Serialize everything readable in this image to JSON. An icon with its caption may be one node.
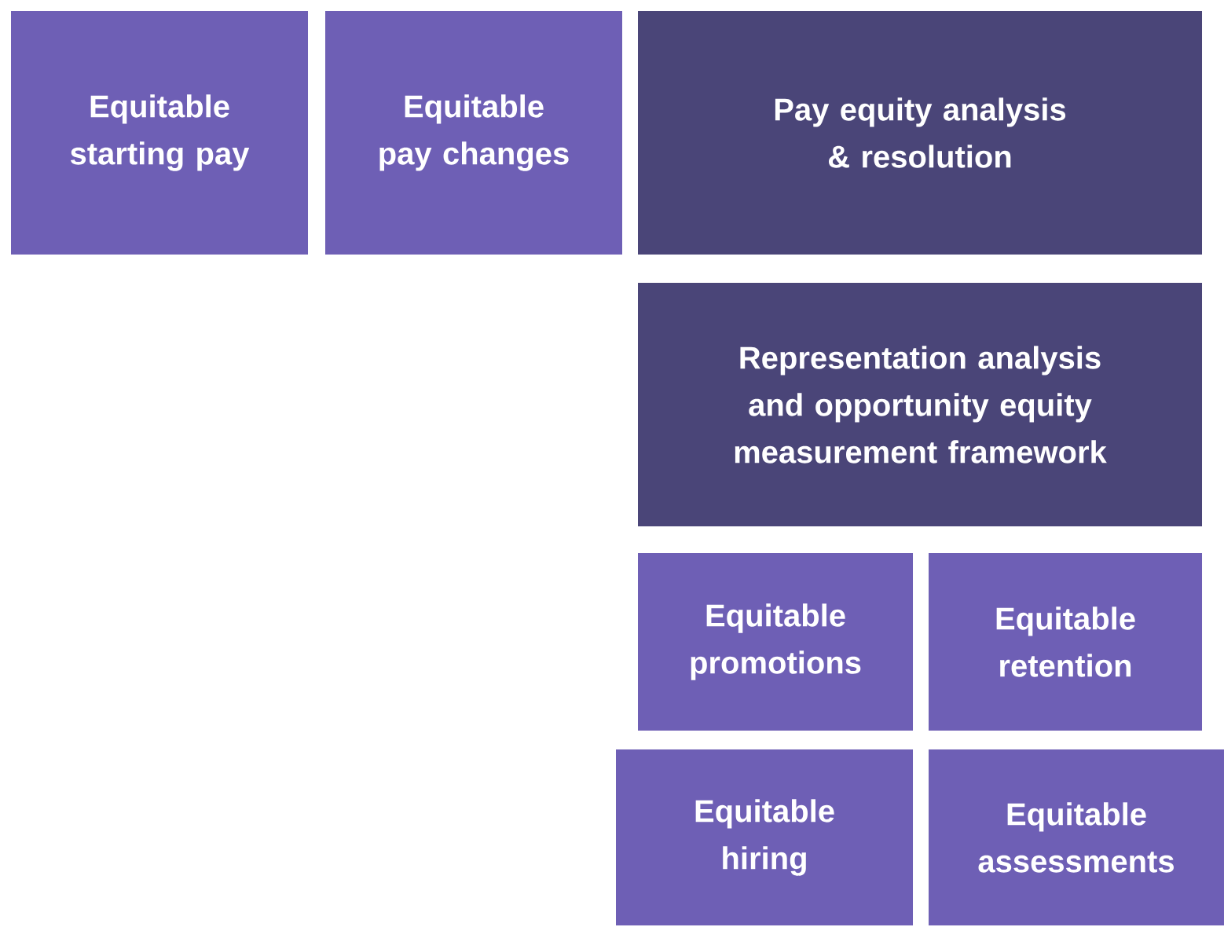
{
  "diagram": {
    "nodes": [
      {
        "text": [
          "Equitable starting pay"
        ]
      },
      {
        "text": [
          "Equitable pay changes"
        ]
      },
      {
        "text": [
          "Pay equity analysis & resolution"
        ]
      },
      {
        "text": [
          "Representation analysis and opportunity equity measurement framework"
        ]
      },
      {
        "text": [
          "Equitable promotions"
        ]
      },
      {
        "text": [
          "Equitable retention"
        ]
      },
      {
        "text": [
          "Equitable hiring"
        ]
      },
      {
        "text": [
          "Equitable assessments"
        ]
      }
    ]
  }
}
